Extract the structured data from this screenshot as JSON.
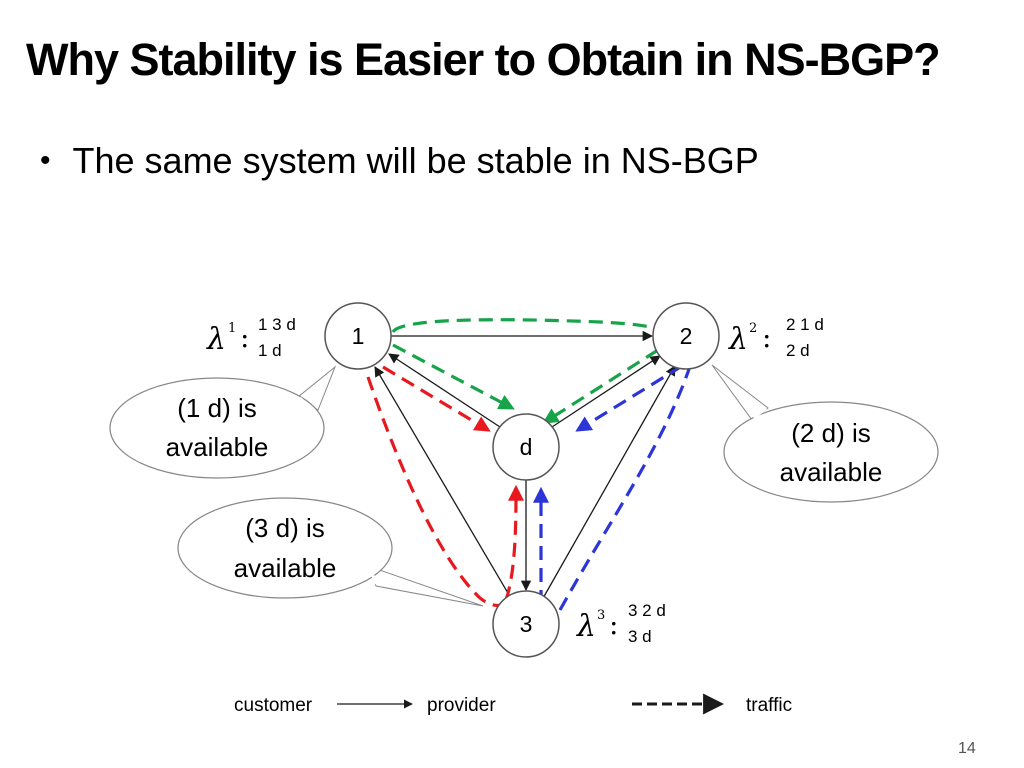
{
  "slide": {
    "title": "Why Stability is Easier to Obtain in NS-BGP?",
    "bullet": "The same system will be stable in NS-BGP",
    "page_number": "14"
  },
  "nodes": [
    {
      "id": "node-1",
      "label": "1"
    },
    {
      "id": "node-2",
      "label": "2"
    },
    {
      "id": "node-d",
      "label": "d"
    },
    {
      "id": "node-3",
      "label": "3"
    }
  ],
  "preferences": {
    "p1": {
      "symbol": "λ",
      "sup": "1",
      "routes": [
        "1 3 d",
        "1 d"
      ]
    },
    "p2": {
      "symbol": "λ",
      "sup": "2",
      "routes": [
        "2 1 d",
        "2 d"
      ]
    },
    "p3": {
      "symbol": "λ",
      "sup": "3",
      "routes": [
        "3 2 d",
        "3 d"
      ]
    }
  },
  "callouts": [
    {
      "lines": [
        "(1 d) is",
        "available"
      ]
    },
    {
      "lines": [
        "(2 d) is",
        "available"
      ]
    },
    {
      "lines": [
        "(3 d) is",
        "available"
      ]
    }
  ],
  "legend": {
    "customer": "customer",
    "provider": "provider",
    "traffic": "traffic"
  },
  "colors": {
    "green": "#17a34a",
    "red": "#e8191e",
    "blue": "#2b35d8",
    "black": "#1a1a1a"
  }
}
